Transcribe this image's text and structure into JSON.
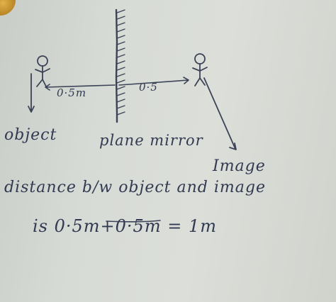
{
  "colors": {
    "ink": "#3c4357",
    "paper": "#d7dbd5",
    "corner_object": "#c89a34"
  },
  "labels": {
    "object_distance": "0·5m",
    "image_distance": "0·5",
    "object": "object",
    "mirror": "plane mirror",
    "image": "Image"
  },
  "explanation": {
    "line1": "distance b/w object and image",
    "line2": "is 0·5m+0·5m = 1m"
  }
}
